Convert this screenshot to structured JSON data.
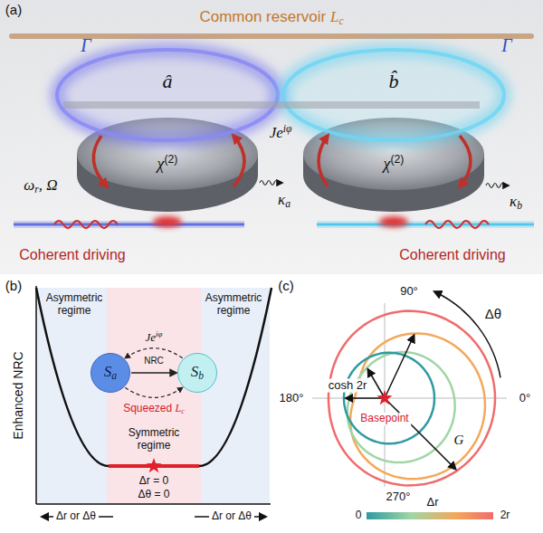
{
  "diagram": {
    "nodes": [
      {
        "text": [
          "S",
          "a"
        ]
      },
      {
        "text": [
          "S",
          "b"
        ]
      }
    ],
    "edges": [
      {
        "from": 0,
        "to": 1,
        "arrow": "to"
      },
      {
        "from": 1,
        "to": 0,
        "arrow": "to"
      },
      {
        "from": 0,
        "to": 1,
        "arrow": "to"
      }
    ],
    "labels": [
      "(a)",
      "Common reservoir",
      "L",
      "c",
      "Γ",
      "Γ",
      "â",
      "b̂",
      "χ",
      "(2)",
      "χ",
      "(2)",
      "Je",
      "iφ",
      "κ",
      "a",
      "κ",
      "b",
      "ω",
      "r",
      ", Ω",
      "Coherent driving",
      "Coherent driving",
      "(b)",
      "Enhanced NRC",
      "Asymmetric regime",
      "Asymmetric regime",
      "Je",
      "iφ",
      "NRC",
      "Squeezed",
      "L",
      "c",
      "Symmetric regime",
      "Δr = 0",
      "Δθ = 0",
      "Δr or Δθ",
      "Δr or Δθ",
      "(c)",
      "90°",
      "180°",
      "0°",
      "270°",
      "Δθ",
      "cosh 2r",
      "Basepoint",
      "G",
      "Δr",
      "0",
      "2r"
    ]
  }
}
